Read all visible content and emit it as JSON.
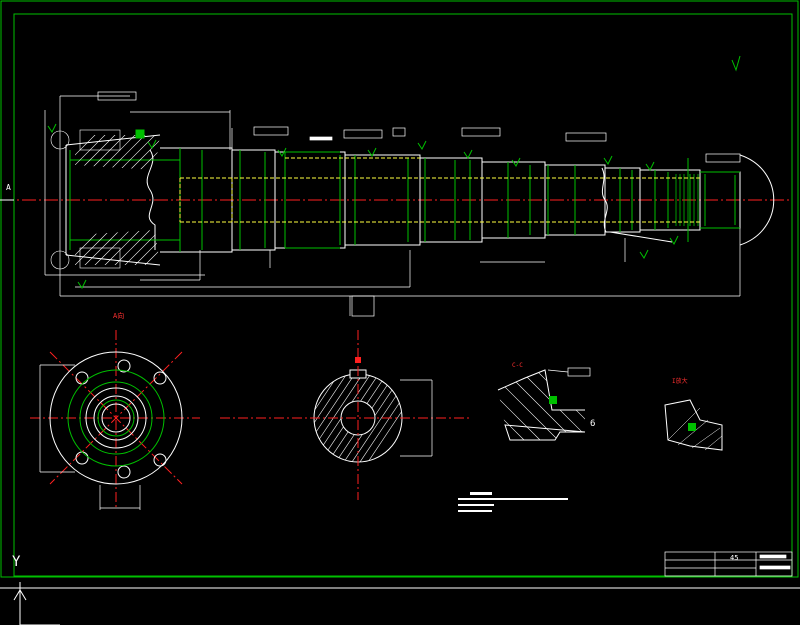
{
  "drawing": {
    "section_label_a": "A",
    "view_label_top": "A向",
    "section_label_cc": "C-C",
    "detail_label": "I放大",
    "ref_label_6": "6",
    "title_block_value": "45",
    "ucs_y": "Y"
  },
  "colors": {
    "background": "#000000",
    "border": "#00c000",
    "outline": "#ffffff",
    "centerline": "#ff2020",
    "hidden": "#ffff40",
    "hatch": "#ffffff",
    "red_text": "#ff3030"
  }
}
